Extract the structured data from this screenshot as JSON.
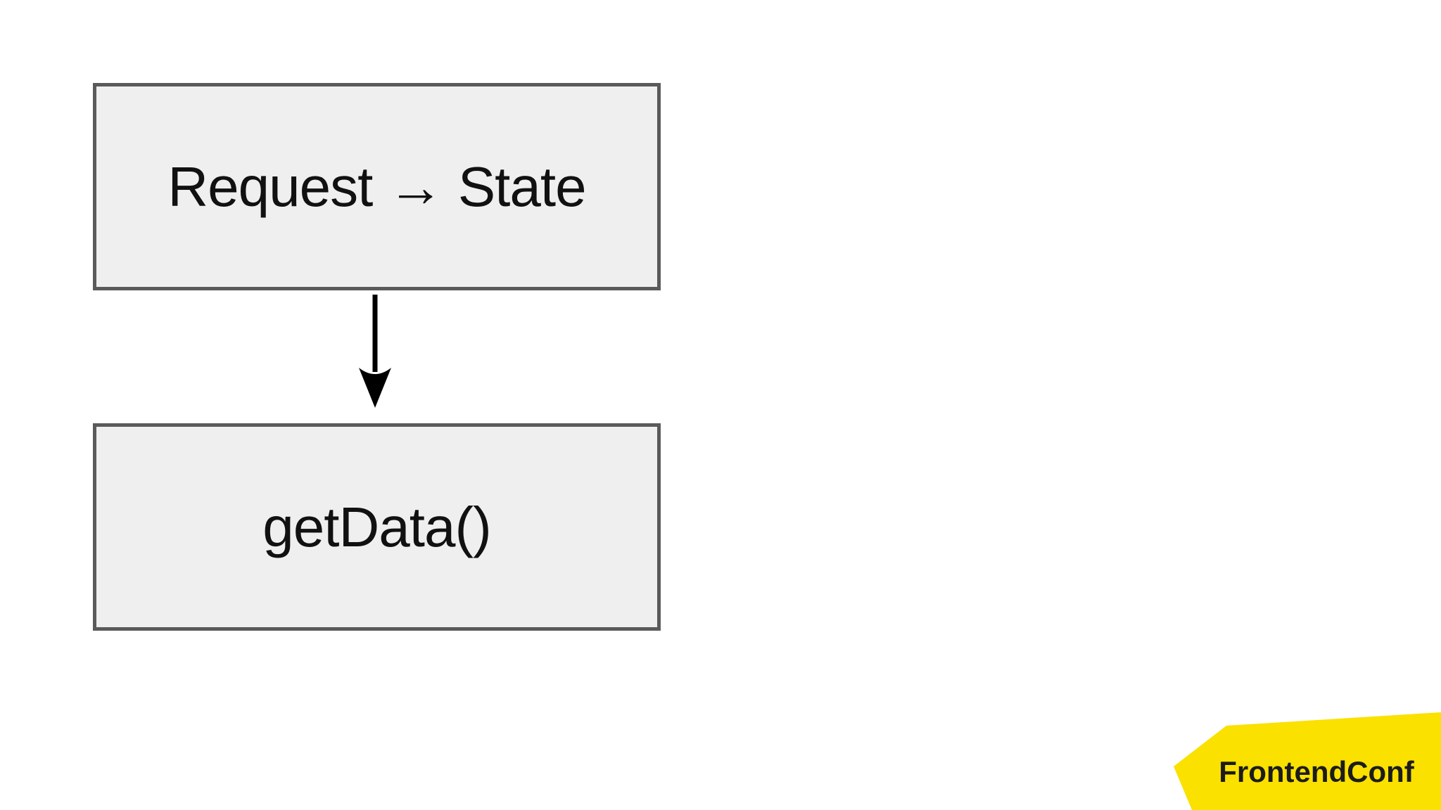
{
  "slide": {
    "background_color": "#ffffff"
  },
  "diagram": {
    "nodes": [
      {
        "id": "request-state",
        "label": "Request → State"
      },
      {
        "id": "get-data",
        "label": "getData()"
      }
    ],
    "connectors": [
      {
        "from": "request-state",
        "to": "get-data",
        "type": "straight-arrow",
        "direction": "down"
      }
    ],
    "node_fill_color": "#efefef",
    "node_border_color": "#5a5a5a",
    "node_text_color": "#111111",
    "arrow_color": "#000000"
  },
  "logo": {
    "label": "FrontendConf",
    "background_color": "#fae100",
    "text_color": "#1c1c1c"
  }
}
